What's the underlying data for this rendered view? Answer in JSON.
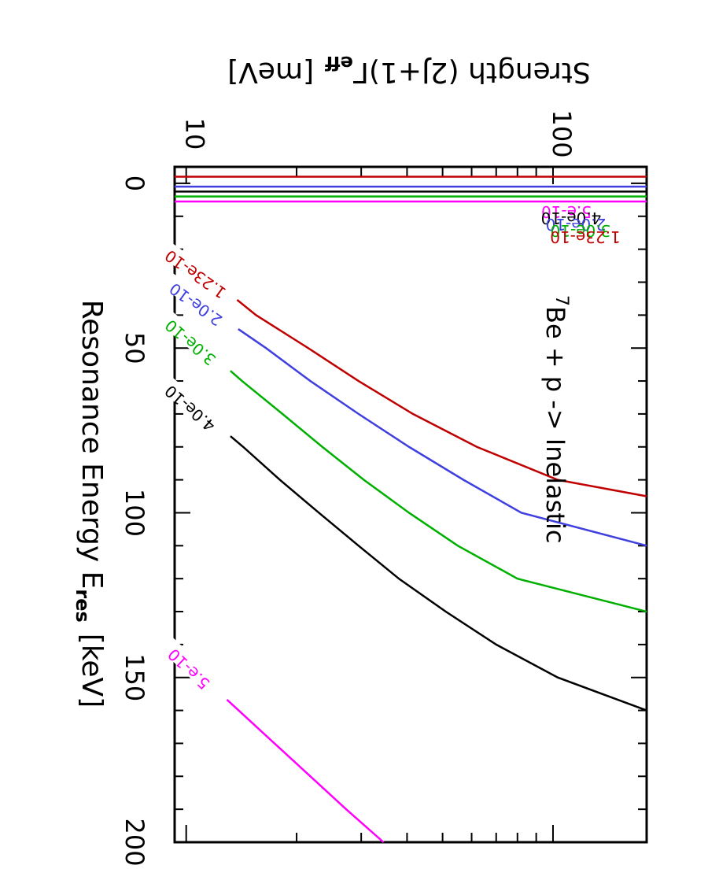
{
  "chart_data": {
    "type": "line",
    "orientation": "rotated-90-clockwise",
    "xlabel": "Resonance Energy E",
    "xlabel_sub": "res",
    "xlabel_unit": "[keV]",
    "ylabel": "Strength (2J+1)Γ",
    "ylabel_sub": "eff",
    "ylabel_unit": "[meV]",
    "xlim": [
      -5,
      200
    ],
    "ylim": [
      9.3,
      180
    ],
    "yscale": "log",
    "x_ticks": [
      "0",
      "50",
      "100",
      "150",
      "200"
    ],
    "y_ticks": [
      "10",
      "100"
    ],
    "annotation": {
      "sup": "7",
      "text": "Be + p -> Inelastic"
    },
    "series": [
      {
        "name": "1.23e-10",
        "color": "#c00000",
        "points": [
          [
            -2,
            9.3
          ],
          [
            -2,
            180
          ]
        ],
        "curve": [
          [
            21,
            9.3
          ],
          [
            30,
            12
          ],
          [
            40,
            15.5
          ],
          [
            50,
            21.5
          ],
          [
            60,
            29.5
          ],
          [
            70,
            41.5
          ],
          [
            80,
            62
          ],
          [
            90,
            103
          ],
          [
            95,
            180
          ]
        ]
      },
      {
        "name": "2.0e-10",
        "color": "#4040e0",
        "points": [
          [
            1,
            9.3
          ],
          [
            1,
            180
          ]
        ],
        "curve": [
          [
            30,
            9.3
          ],
          [
            40,
            12.2
          ],
          [
            50,
            16.5
          ],
          [
            60,
            21.8
          ],
          [
            70,
            29.5
          ],
          [
            80,
            40.5
          ],
          [
            90,
            57
          ],
          [
            100,
            82
          ],
          [
            110,
            180
          ]
        ]
      },
      {
        "name": "3.0e-10",
        "color": "#00b000",
        "points": [
          [
            4,
            9.3
          ],
          [
            4,
            180
          ]
        ],
        "curve": [
          [
            42,
            9.3
          ],
          [
            50,
            11.2
          ],
          [
            60,
            14.2
          ],
          [
            70,
            18.3
          ],
          [
            80,
            23.5
          ],
          [
            90,
            30.5
          ],
          [
            100,
            40.5
          ],
          [
            110,
            55
          ],
          [
            120,
            80
          ],
          [
            130,
            180
          ]
        ]
      },
      {
        "name": "4.0e-10",
        "color": "#000000",
        "points": [
          [
            2.5,
            9.3
          ],
          [
            2.5,
            180
          ]
        ],
        "curve": [
          [
            62,
            9.3
          ],
          [
            70,
            11.2
          ],
          [
            80,
            14.3
          ],
          [
            90,
            18
          ],
          [
            100,
            23
          ],
          [
            110,
            29.5
          ],
          [
            120,
            38
          ],
          [
            130,
            51
          ],
          [
            140,
            70
          ],
          [
            150,
            103
          ],
          [
            160,
            180
          ]
        ]
      },
      {
        "name": "5.e-10",
        "color": "#ff00ff",
        "points": [
          [
            5.5,
            9.3
          ],
          [
            5.5,
            180
          ]
        ],
        "curve": [
          [
            141,
            9.3
          ],
          [
            150,
            11.1
          ],
          [
            160,
            13.9
          ],
          [
            170,
            17.4
          ],
          [
            180,
            21.8
          ],
          [
            190,
            27.3
          ],
          [
            200,
            34.5
          ]
        ]
      }
    ],
    "top_labels": [
      "5.e-10",
      "4.0e-10",
      "2.0e-10",
      "3.0e-10",
      "1.23e-10"
    ]
  }
}
